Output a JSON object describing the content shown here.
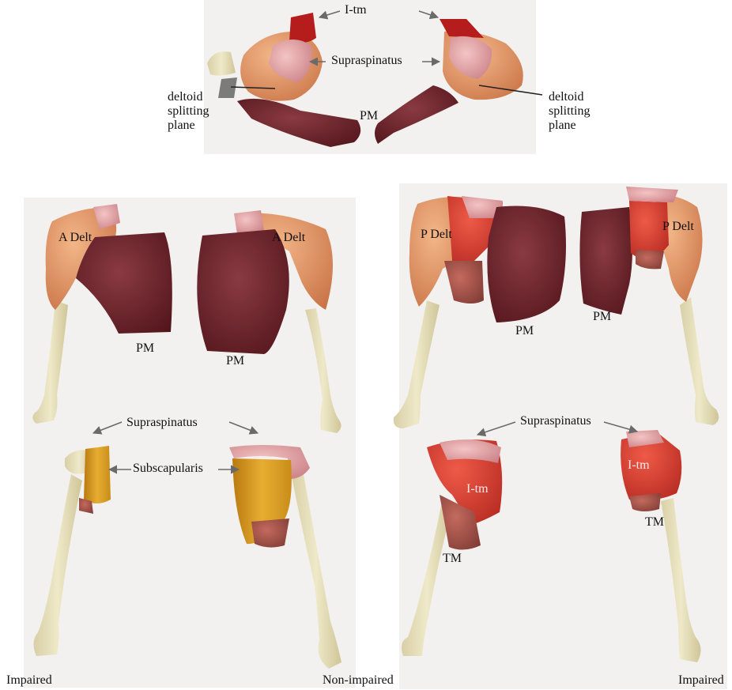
{
  "labels": {
    "itm": "I-tm",
    "supraspinatus": "Supraspinatus",
    "deltoid_plane": "deltoid splitting plane",
    "pm": "PM",
    "a_delt": "A Delt",
    "p_delt": "P Delt",
    "subscapularis": "Subscapularis",
    "tm": "TM",
    "impaired": "Impaired",
    "non_impaired": "Non-impaired"
  },
  "colors": {
    "background": "#f3f1ef",
    "bone": "#e7dfb8",
    "deltoid": "#e39b6c",
    "pectoralis_major": "#6a1f27",
    "infraspinatus_teres_minor": "#d93a2e",
    "supraspinatus": "#e7a6a6",
    "subscapularis": "#d99a1e",
    "teres_major": "#a2544a"
  }
}
